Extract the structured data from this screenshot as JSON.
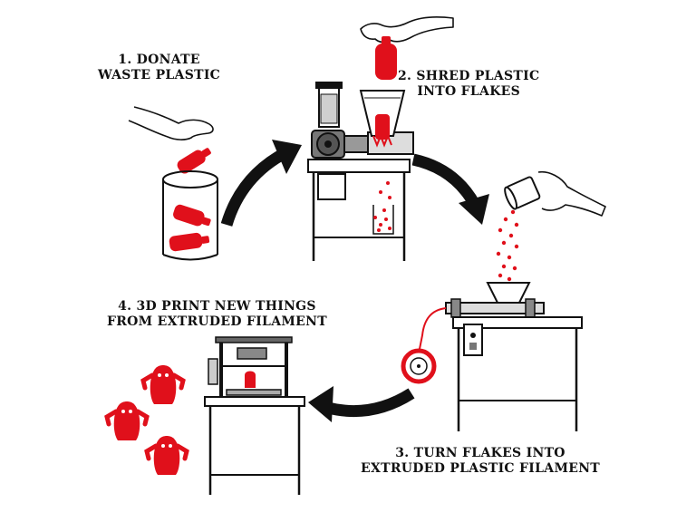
{
  "colors": {
    "accent": "#e0101b",
    "ink": "#111111",
    "background": "#ffffff"
  },
  "steps": [
    {
      "line1": "1. DONATE",
      "line2": "WASTE PLASTIC"
    },
    {
      "line1": "2. SHRED PLASTIC",
      "line2": "INTO FLAKES"
    },
    {
      "line1": "3. TURN FLAKES INTO",
      "line2": "EXTRUDED PLASTIC FILAMENT"
    },
    {
      "line1": "4. 3D PRINT NEW THINGS",
      "line2": "FROM EXTRUDED FILAMENT"
    }
  ],
  "arrows": [
    "arrow-1-to-2",
    "arrow-2-to-3",
    "arrow-3-to-4"
  ]
}
